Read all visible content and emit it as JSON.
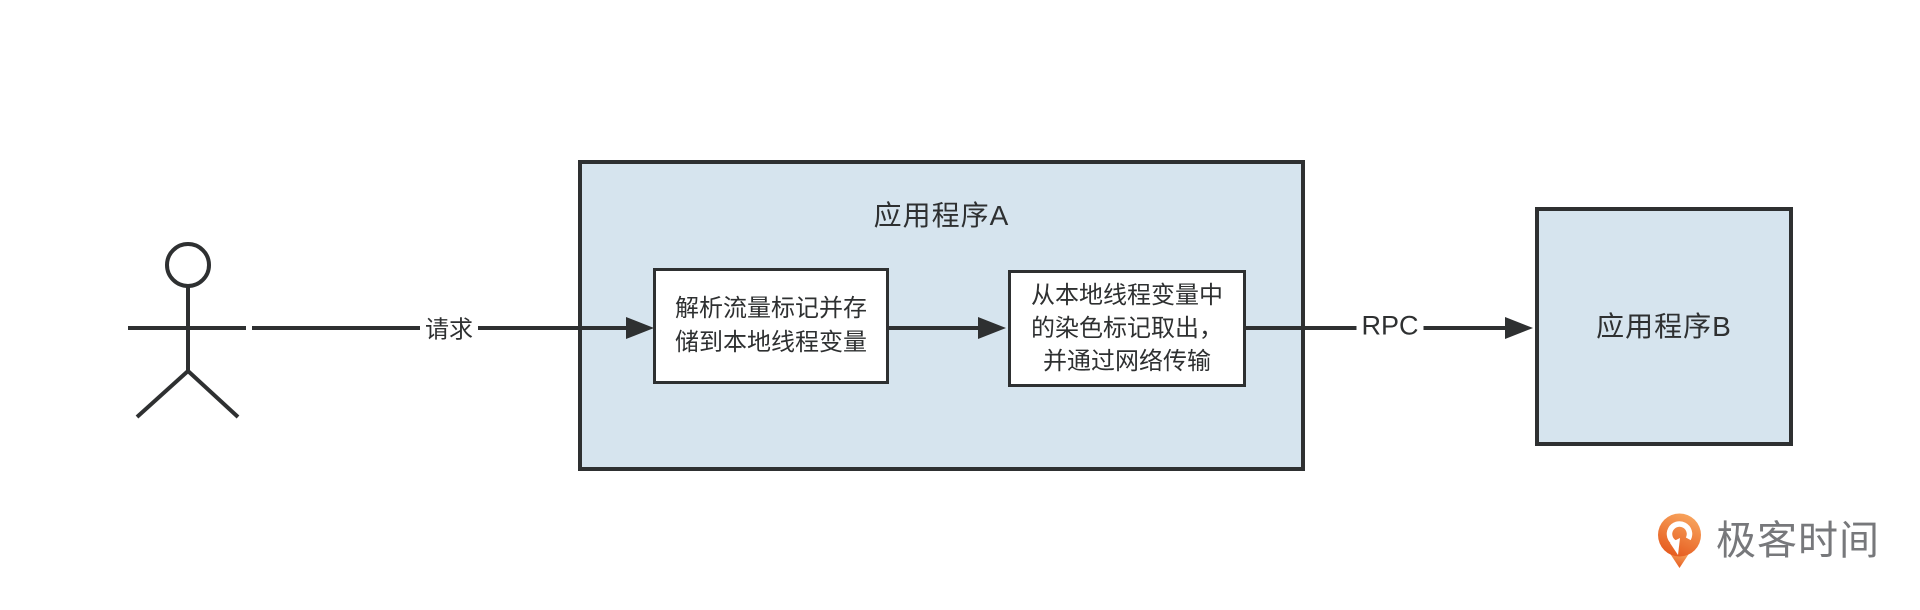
{
  "diagram": {
    "actor": {
      "icon": "user-stick-figure-icon"
    },
    "request_label": "请求",
    "rpc_label": "RPC",
    "app_a": {
      "title": "应用程序A",
      "step1_text": "解析流量标记并存\n储到本地线程变量",
      "step2_text": "从本地线程变量中\n的染色标记取出，\n并通过网络传输"
    },
    "app_b": {
      "title": "应用程序B"
    }
  },
  "branding": {
    "logo_icon": "geek-time-logo-icon",
    "logo_text": "极客时间"
  },
  "colors": {
    "box_fill": "#d6e4ee",
    "line": "#2e3031",
    "inner_box_fill": "#ffffff",
    "logo_orange_light": "#f8a55e",
    "logo_orange_dark": "#e5581c",
    "logo_text_gray": "#77787b"
  }
}
